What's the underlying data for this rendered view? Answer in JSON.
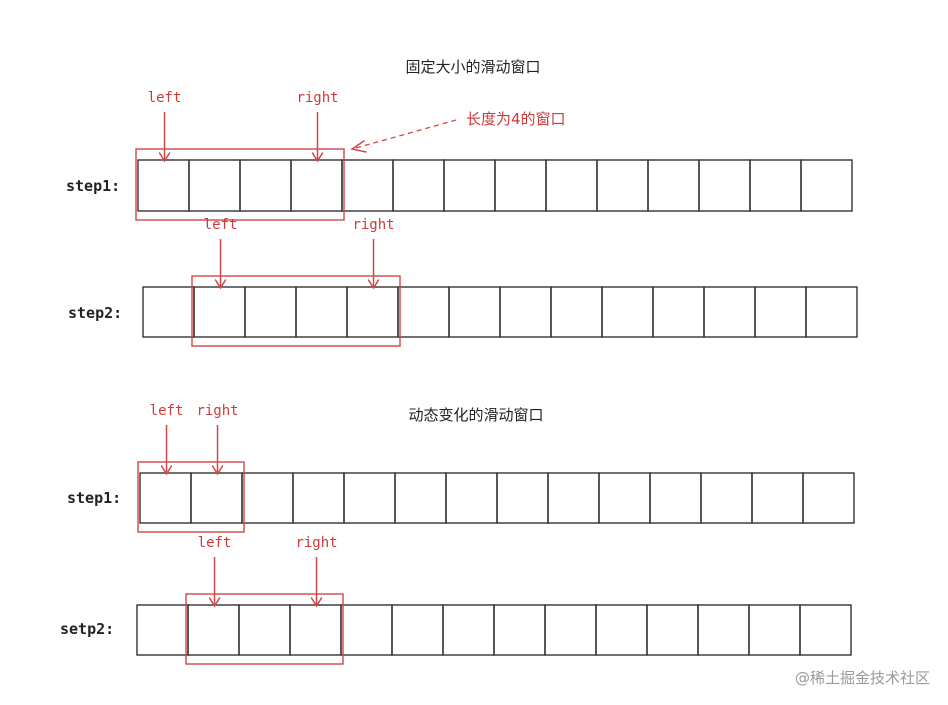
{
  "sections": [
    {
      "title": "固定大小的滑动窗口",
      "note": "长度为4的窗口",
      "rows": [
        {
          "label": "step1:",
          "cell_count": 14,
          "window": {
            "start": 0,
            "length": 4
          },
          "left_index": 0,
          "right_index": 3,
          "left_label": "left",
          "right_label": "right"
        },
        {
          "label": "step2:",
          "cell_count": 14,
          "window": {
            "start": 1,
            "length": 4
          },
          "left_index": 1,
          "right_index": 4,
          "left_label": "left",
          "right_label": "right"
        }
      ]
    },
    {
      "title": "动态变化的滑动窗口",
      "note": "",
      "rows": [
        {
          "label": "step1:",
          "cell_count": 14,
          "window": {
            "start": 0,
            "length": 2
          },
          "left_index": 0,
          "right_index": 1,
          "left_label": "left",
          "right_label": "right"
        },
        {
          "label": "setp2:",
          "cell_count": 14,
          "window": {
            "start": 1,
            "length": 3
          },
          "left_index": 1,
          "right_index": 3,
          "left_label": "left",
          "right_label": "right"
        }
      ]
    }
  ],
  "watermark": "@稀土掘金技术社区",
  "colors": {
    "accent": "#d04848",
    "text": "#222222",
    "cell_stroke": "#333333",
    "watermark": "#9a9a9a"
  }
}
